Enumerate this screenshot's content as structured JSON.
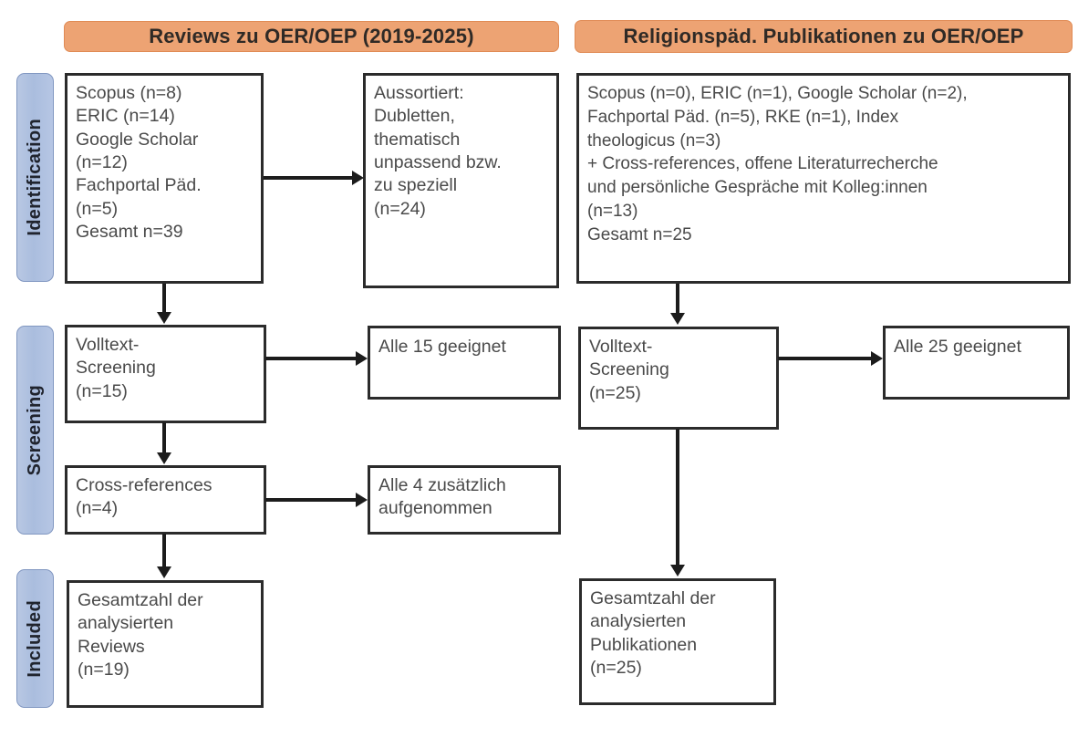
{
  "figure": {
    "type": "prisma-flow-diagram",
    "accent_orange": "#eda373",
    "accent_blue": "#b0c2e0",
    "box_border": "#2b2b2b"
  },
  "columns": {
    "left_header": "Reviews zu OER/OEP (2019-2025)",
    "right_header": "Religionspäd. Publikationen zu OER/OEP"
  },
  "stages": [
    {
      "label": "Identification"
    },
    {
      "label": "Screening"
    },
    {
      "label": "Included"
    }
  ],
  "left_column": {
    "identification_sources": "Scopus (n=8)\nERIC (n=14)\nGoogle Scholar\n(n=12)\nFachportal Päd.\n(n=5)\nGesamt n=39",
    "excluded": "Aussortiert:\nDubletten,\nthematisch\nunpassend bzw.\nzu speziell\n(n=24)",
    "fulltext_screening": "Volltext-\nScreening\n(n=15)",
    "fulltext_result": "Alle 15 geeignet",
    "cross_references": "Cross-references\n(n=4)",
    "cross_references_result": "Alle 4 zusätzlich\naufgenommen",
    "included_total": "Gesamtzahl der\nanalysierten\nReviews\n(n=19)"
  },
  "right_column": {
    "identification_sources": "Scopus (n=0), ERIC (n=1), Google Scholar (n=2),\nFachportal Päd. (n=5), RKE (n=1), Index\ntheologicus (n=3)\n+ Cross-references, offene Literaturrecherche\nund persönliche Gespräche mit Kolleg:innen\n(n=13)\nGesamt n=25",
    "fulltext_screening": "Volltext-\nScreening\n(n=25)",
    "fulltext_result": "Alle 25 geeignet",
    "included_total": "Gesamtzahl der\nanalysierten\nPublikationen\n(n=25)"
  },
  "counts": {
    "left_scopus": 8,
    "left_eric": 14,
    "left_google_scholar": 12,
    "left_fachportal": 5,
    "left_total_identified": 39,
    "left_excluded": 24,
    "left_fulltext_screened": 15,
    "left_cross_references": 4,
    "left_included": 19,
    "right_scopus": 0,
    "right_eric": 1,
    "right_google_scholar": 2,
    "right_fachportal": 5,
    "right_rke": 1,
    "right_index_theologicus": 3,
    "right_other_sources": 13,
    "right_total_identified": 25,
    "right_fulltext_screened": 25,
    "right_included": 25
  }
}
